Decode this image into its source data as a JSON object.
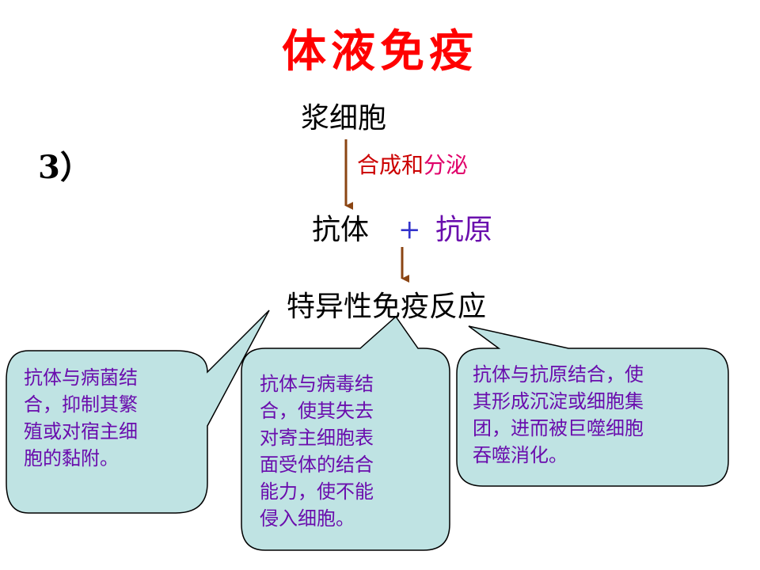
{
  "title": "体液免疫",
  "step_number": "3）",
  "nodes": {
    "plasma_cell": "浆细胞",
    "antibody": "抗体",
    "plus": "+",
    "antigen": "抗原",
    "reaction": "特异性免疫反应"
  },
  "edge_label": {
    "part1": "合成和",
    "part2": "分泌"
  },
  "callouts": [
    {
      "lines": [
        "抗体与病菌结",
        "合，抑制其繁",
        "殖或对宿主细",
        "胞的黏附。"
      ]
    },
    {
      "lines": [
        "抗体与病毒结",
        "合，使其失去",
        "对寄主细胞表",
        "面受体的结合",
        "能力，使不能",
        "侵入细胞。"
      ]
    },
    {
      "lines": [
        "抗体与抗原结合，使",
        "其形成沉淀或细胞集",
        "团，进而被巨噬细胞",
        "吞噬消化。"
      ]
    }
  ],
  "colors": {
    "title": "#ff0000",
    "arrow": "#8b4513",
    "edge_label_part1": "#cc0000",
    "edge_label_part2": "#e0006a",
    "plus": "#3333cc",
    "antigen": "#6a0dad",
    "callout_fill": "#bfe3e3",
    "callout_text": "#6a0dad"
  }
}
